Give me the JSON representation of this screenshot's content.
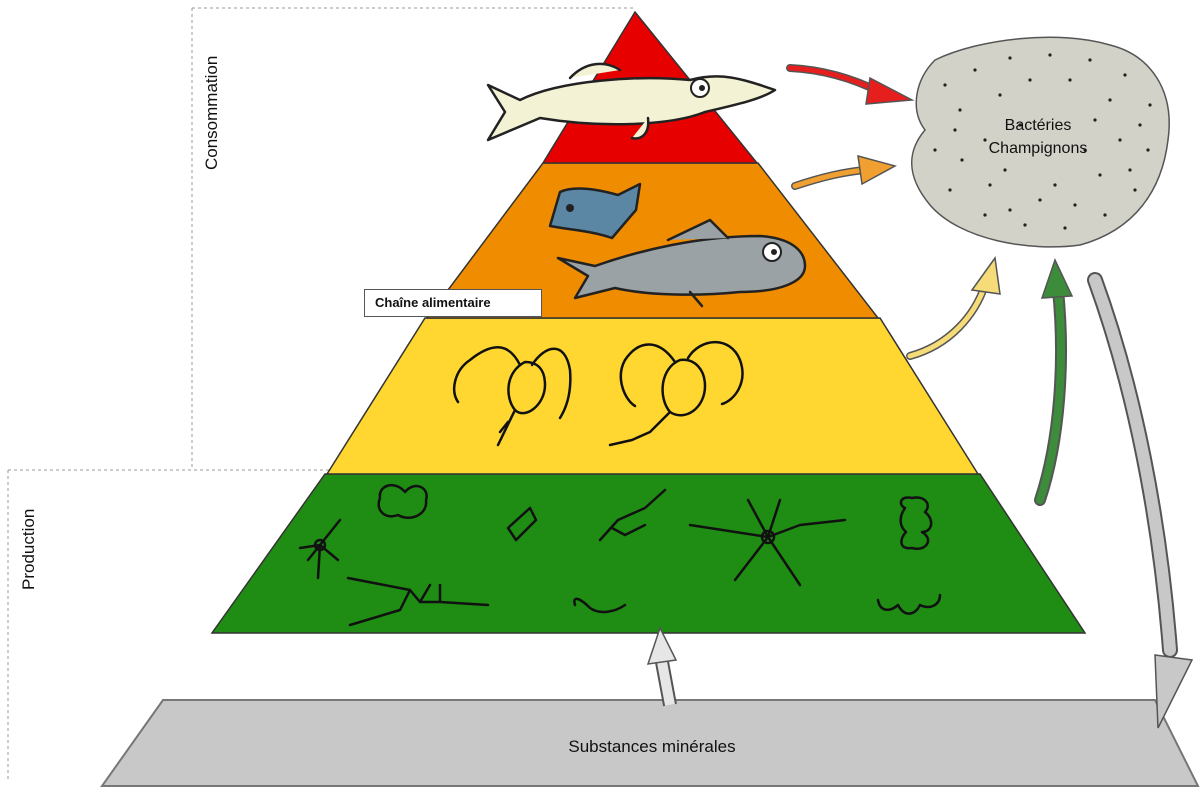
{
  "diagram": {
    "labels": {
      "consumption": "Consommation",
      "production": "Production",
      "food_chain": "Chaîne alimentaire",
      "decomposers_line1": "Bactéries",
      "decomposers_line2": "Champignons",
      "minerals": "Substances minérales"
    },
    "levels": [
      {
        "id": "top-predator",
        "color": "#e60000"
      },
      {
        "id": "secondary-consumers",
        "color": "#f08c00"
      },
      {
        "id": "primary-consumers",
        "color": "#ffd730"
      },
      {
        "id": "producers",
        "color": "#1f8c14"
      }
    ],
    "arrow_colors": {
      "red": "#e61e1e",
      "orange": "#f0a030",
      "yellow": "#f5dc78",
      "green": "#3c8c3c",
      "gray": "#c8c8c8"
    },
    "minerals_color": "#c8c8c8",
    "decomposer_color": "#d2d2c8"
  }
}
